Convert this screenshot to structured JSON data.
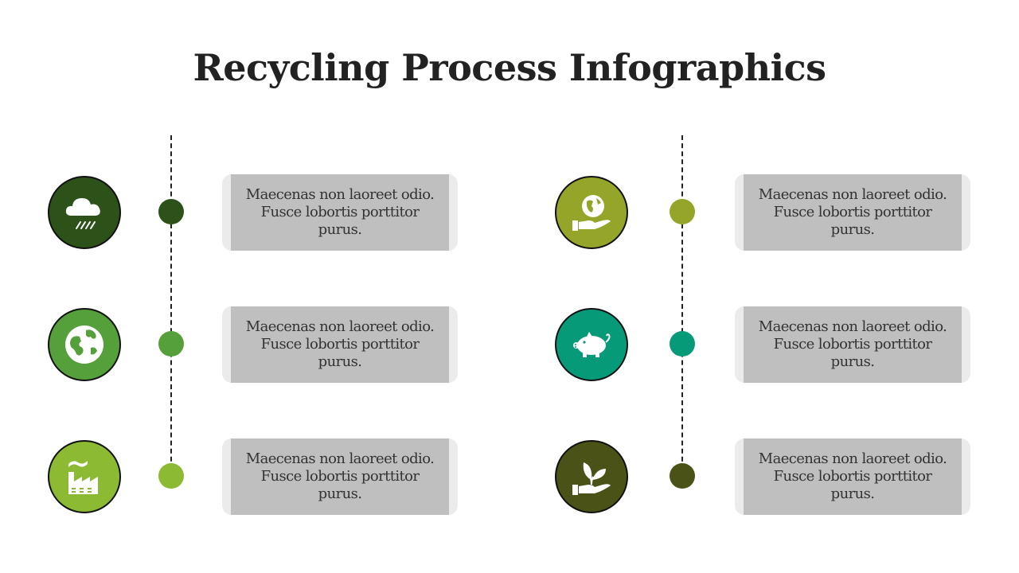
{
  "title": "Recycling Process Infographics",
  "colors": {
    "dark_green": "#2d5219",
    "mid_green": "#55a03a",
    "lime_green": "#8cbb33",
    "olive": "#95a52a",
    "teal": "#069a78",
    "dark_olive": "#4a5218",
    "card_bg": "#bfbfbf"
  },
  "steps": [
    {
      "icon": "cloud-rain-icon",
      "color": "#2d5219",
      "text": "Maecenas non laoreet odio. Fusce lobortis porttitor purus."
    },
    {
      "icon": "globe-icon",
      "color": "#55a03a",
      "text": "Maecenas non laoreet odio. Fusce lobortis porttitor purus."
    },
    {
      "icon": "factory-icon",
      "color": "#8cbb33",
      "text": "Maecenas non laoreet odio. Fusce lobortis porttitor purus."
    },
    {
      "icon": "hand-globe-icon",
      "color": "#95a52a",
      "text": "Maecenas non laoreet odio. Fusce lobortis porttitor purus."
    },
    {
      "icon": "piggy-bank-icon",
      "color": "#069a78",
      "text": "Maecenas non laoreet odio. Fusce lobortis porttitor purus."
    },
    {
      "icon": "hand-plant-icon",
      "color": "#4a5218",
      "text": "Maecenas non laoreet odio. Fusce lobortis porttitor purus."
    }
  ]
}
